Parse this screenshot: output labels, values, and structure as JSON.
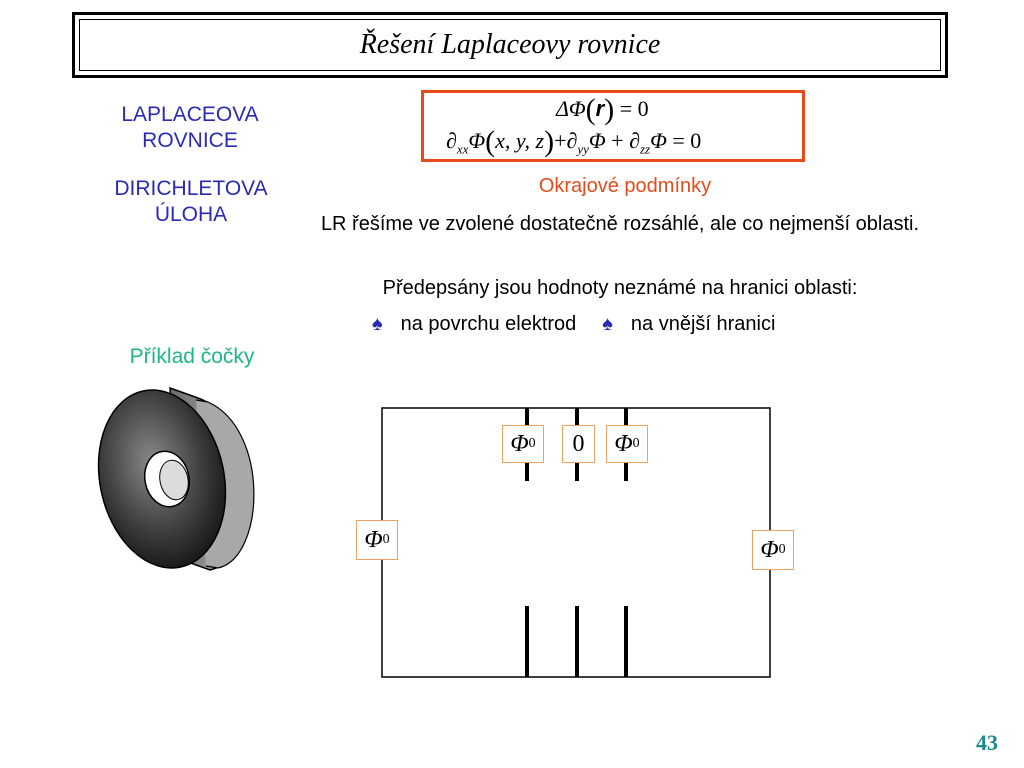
{
  "title": "Řešení Laplaceovy rovnice",
  "sidebar": {
    "laplace_line1": "LAPLACEOVA",
    "laplace_line2": "ROVNICE",
    "dirichlet_line1": "DIRICHLETOVA",
    "dirichlet_line2": "ÚLOHA",
    "lens_example": "Příklad čočky"
  },
  "equations": {
    "eq1": {
      "delta": "Δ",
      "phi": "Φ",
      "arg": "r",
      "rhs": "= 0"
    },
    "eq2": {
      "partial": "∂",
      "sub_xx": "xx",
      "phi": "Φ",
      "args": "x, y, z",
      "plus": "+",
      "sub_yy": "yy",
      "sub_zz": "zz",
      "rhs": "= 0"
    }
  },
  "boundary": {
    "heading": "Okrajové podmínky",
    "line1": "LR řešíme ve zvolené dostatečně rozsáhlé, ale co nejmenší oblasti.",
    "line2": "Předepsány jsou hodnoty neznámé na hranici oblasti:",
    "bullet_glyph": "♠",
    "bullet1": "na povrchu elektrod",
    "bullet2": "na vnější hranici"
  },
  "diagram": {
    "phi_symbol": "Φ",
    "phi_subscript": "0",
    "zero_label": "0"
  },
  "colors": {
    "accent_blue": "#2a2ab5",
    "accent_orange": "#e84a1a",
    "accent_green": "#1fb584",
    "page_number": "#1a8a8a"
  },
  "page_number": "43"
}
